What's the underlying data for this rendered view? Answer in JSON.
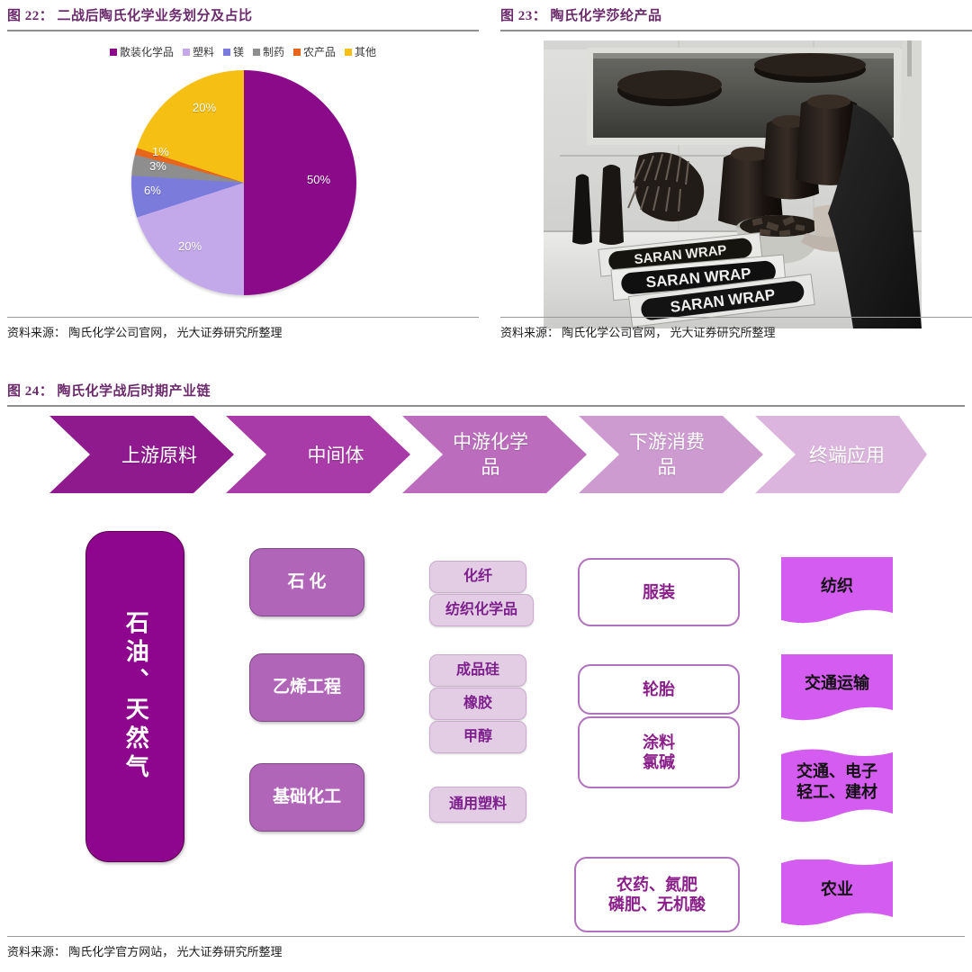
{
  "figures": {
    "fig22": {
      "title": "图 22： 二战后陶氏化学业务划分及占比",
      "source": "资料来源： 陶氏化学公司官网， 光大证券研究所整理"
    },
    "fig23": {
      "title": "图 23： 陶氏化学莎纶产品",
      "source": "资料来源： 陶氏化学公司官网， 光大证券研究所整理",
      "photo_alt": "黑白照片：厨房台面上的 SARAN WRAP 包装盒",
      "photo_text": [
        "SARAN WRAP",
        "SARAN WRAP",
        "SARAN WRAP"
      ]
    },
    "fig24": {
      "title": "图 24： 陶氏化学战后时期产业链",
      "source": "资料来源： 陶氏化学官方网站， 光大证券研究所整理"
    }
  },
  "chart_data": {
    "type": "pie",
    "title": "二战后陶氏化学业务划分及占比",
    "categories": [
      "散装化学品",
      "塑料",
      "镁",
      "制药",
      "农产品",
      "其他"
    ],
    "values": [
      50,
      20,
      6,
      3,
      1,
      20
    ],
    "labels": [
      "50%",
      "20%",
      "6%",
      "3%",
      "1%",
      "20%"
    ],
    "colors": [
      "#8a0a8a",
      "#c3a9ea",
      "#7b7bdc",
      "#8e8e8e",
      "#e8661b",
      "#f5bf13"
    ],
    "unit": "%",
    "legend_position": "top",
    "grid": false,
    "start_angle_deg": 0,
    "direction": "clockwise"
  },
  "chain": {
    "stages": [
      {
        "label": "上游原料",
        "color": "#8e1a8e"
      },
      {
        "label": "中间体",
        "color": "#a93ba9"
      },
      {
        "label": "中游化学\n品",
        "color": "#bb6cbd"
      },
      {
        "label": "下游消费\n品",
        "color": "#cd9bd0"
      },
      {
        "label": "终端应用",
        "color": "#dbb5dd"
      }
    ],
    "stage_labels": {
      "s1": "上游原料",
      "s2": "中间体",
      "s3a": "中游化学",
      "s3b": "品",
      "s4a": "下游消费",
      "s4b": "品",
      "s5": "终端应用"
    },
    "col1": {
      "label": "石油、天然气",
      "color": "#8e068e"
    },
    "col2": {
      "color": "#b165b8",
      "items": [
        "石  化",
        "乙烯工程",
        "基础化工"
      ]
    },
    "col3": {
      "color": "#e3cde5",
      "groups": [
        {
          "items": [
            "化纤",
            "纺织化学品"
          ]
        },
        {
          "items": [
            "成品硅",
            "橡胶",
            "甲醇"
          ]
        },
        {
          "items": [
            "通用塑料"
          ]
        }
      ]
    },
    "col4": {
      "border_color": "#b172bd",
      "items": [
        {
          "lines": [
            "服装"
          ]
        },
        {
          "lines": [
            "轮胎"
          ]
        },
        {
          "lines": [
            "涂料",
            "氯碱"
          ]
        },
        {
          "lines": [
            "农药、氮肥",
            "磷肥、无机酸"
          ]
        }
      ]
    },
    "col5": {
      "color": "#d45cf0",
      "items": [
        {
          "lines": [
            "纺织"
          ]
        },
        {
          "lines": [
            "交通运输"
          ]
        },
        {
          "lines": [
            "交通、电子",
            "轻工、建材"
          ]
        },
        {
          "lines": [
            "农业"
          ]
        }
      ]
    }
  },
  "theme": {
    "title_color": "#6b2a6b",
    "rule_color": "#8f8f8f",
    "text_color": "#1d1d1d"
  }
}
